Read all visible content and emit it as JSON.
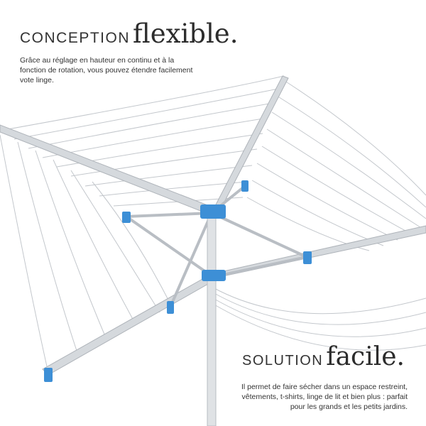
{
  "section1": {
    "headline_small": "CONCEPTION",
    "headline_big": "flexible.",
    "description": "Grâce au réglage en hauteur en continu et à la fonction de rotation, vous pouvez étendre facilement vote linge."
  },
  "section2": {
    "headline_small": "SOLUTION",
    "headline_big": "facile.",
    "description": "Il permet de faire sécher dans un espace restreint, vêtements, t-shirts, linge de lit et bien plus : parfait pour les grands et les petits jardins."
  },
  "colors": {
    "background": "#ffffff",
    "text": "#2b2b2b",
    "aluminium": "#c9cdd2",
    "clip_blue": "#3d8fd6",
    "line": "#bfc3c8"
  }
}
